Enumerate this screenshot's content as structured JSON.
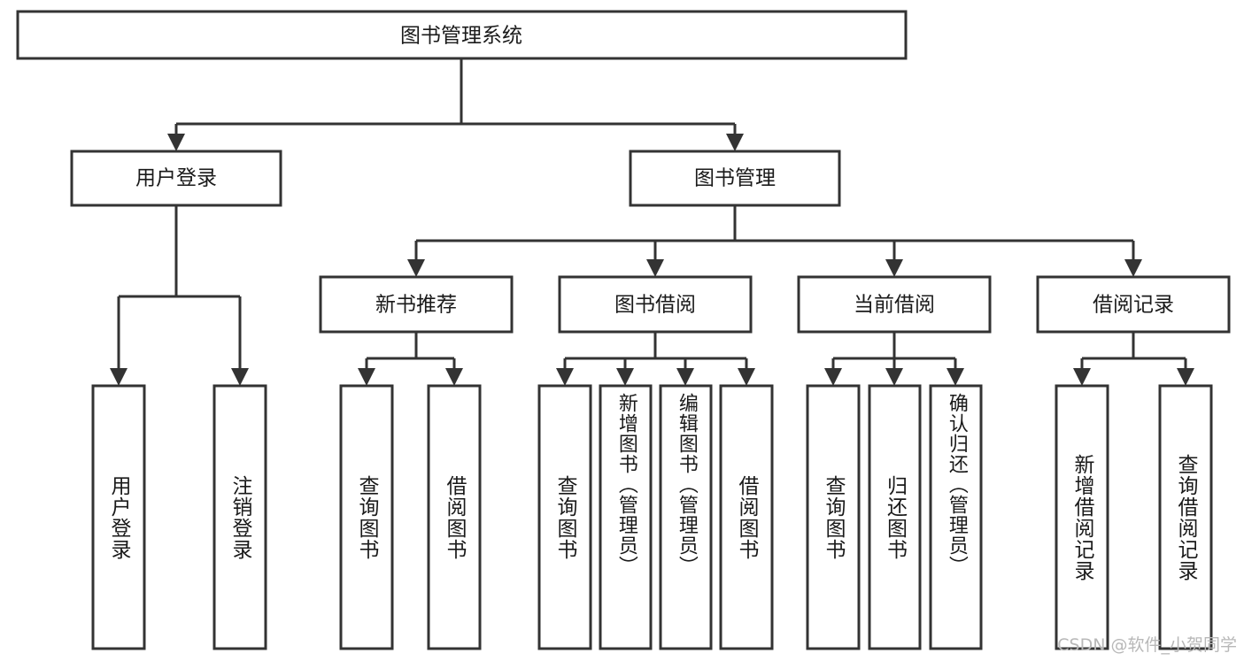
{
  "diagram": {
    "type": "tree",
    "title": "图书管理系统",
    "watermark": "CSDN @软件_小贺同学",
    "colors": {
      "stroke": "#333333",
      "box_fill": "#ffffff",
      "text": "#1a1a1a",
      "background": "#ffffff",
      "watermark": "#b8b8b8"
    },
    "root": {
      "label": "图书管理系统"
    },
    "level2": [
      {
        "label": "用户登录"
      },
      {
        "label": "图书管理"
      }
    ],
    "level3": [
      {
        "label": "新书推荐"
      },
      {
        "label": "图书借阅"
      },
      {
        "label": "当前借阅"
      },
      {
        "label": "借阅记录"
      }
    ],
    "leaves": {
      "user_login": [
        {
          "label": "用户登录"
        },
        {
          "label": "注销登录"
        }
      ],
      "new_book_recommend": [
        {
          "label": "查询图书"
        },
        {
          "label": "借阅图书"
        }
      ],
      "book_borrow": [
        {
          "label": "查询图书"
        },
        {
          "label": "新增图书（管理员）"
        },
        {
          "label": "编辑图书（管理员）"
        },
        {
          "label": "借阅图书"
        }
      ],
      "current_borrow": [
        {
          "label": "查询图书"
        },
        {
          "label": "归还图书"
        },
        {
          "label": "确认归还（管理员）"
        }
      ],
      "borrow_record": [
        {
          "label": "新增借阅记录"
        },
        {
          "label": "查询借阅记录"
        }
      ]
    }
  }
}
